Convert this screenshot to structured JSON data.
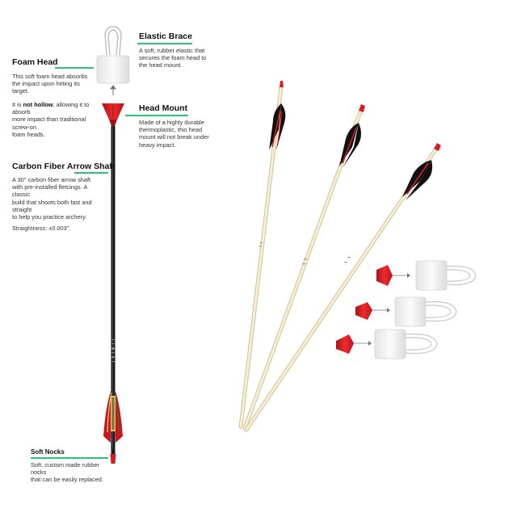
{
  "colors": {
    "accent": "#2ec27e",
    "head_red": "#d61e26",
    "shaft": "#1a1a1a",
    "wood": "#f1e9c9"
  },
  "elastic_brace": {
    "title": "Elastic Brace",
    "desc_lines": [
      "A soft, rubber elastic that",
      "secures the foam head to",
      "the head mount."
    ]
  },
  "foam_head": {
    "title": "Foam Head",
    "desc_lines": [
      "This soft foam head absorbs",
      "the impact upon hitting its",
      "target."
    ],
    "para2_prefix": "It is ",
    "para2_bold": "not hollow",
    "para2_suffix": ", allowing it to",
    "para2_lines": [
      "absorb",
      "more impact than traditional",
      "screw-on",
      "foam heads."
    ]
  },
  "head_mount": {
    "title": "Head Mount",
    "desc_lines": [
      "Made of a highly durable",
      "thermoplastic, this head",
      "mount will not break under",
      "heavy impact."
    ]
  },
  "carbon_shaft": {
    "title": "Carbon Fiber Arrow Shaft",
    "desc_lines": [
      "A 30\" carbon fiber arrow shaft",
      "with pre-installed fletcings. A",
      "classic",
      "build that shoots both fast and",
      "straight",
      "to help you practice archery."
    ],
    "straightness": "Straightness: ±0.003\"."
  },
  "soft_nocks": {
    "title": "Soft Nocks",
    "desc_lines": [
      "Soft, custom made rubber",
      "nocks",
      "that can be easily replaced."
    ]
  },
  "icons": [
    "elastic-brace-icon",
    "foam-head-icon",
    "head-mount-icon",
    "fletching-icon",
    "nock-icon",
    "wooden-arrow-icon"
  ]
}
